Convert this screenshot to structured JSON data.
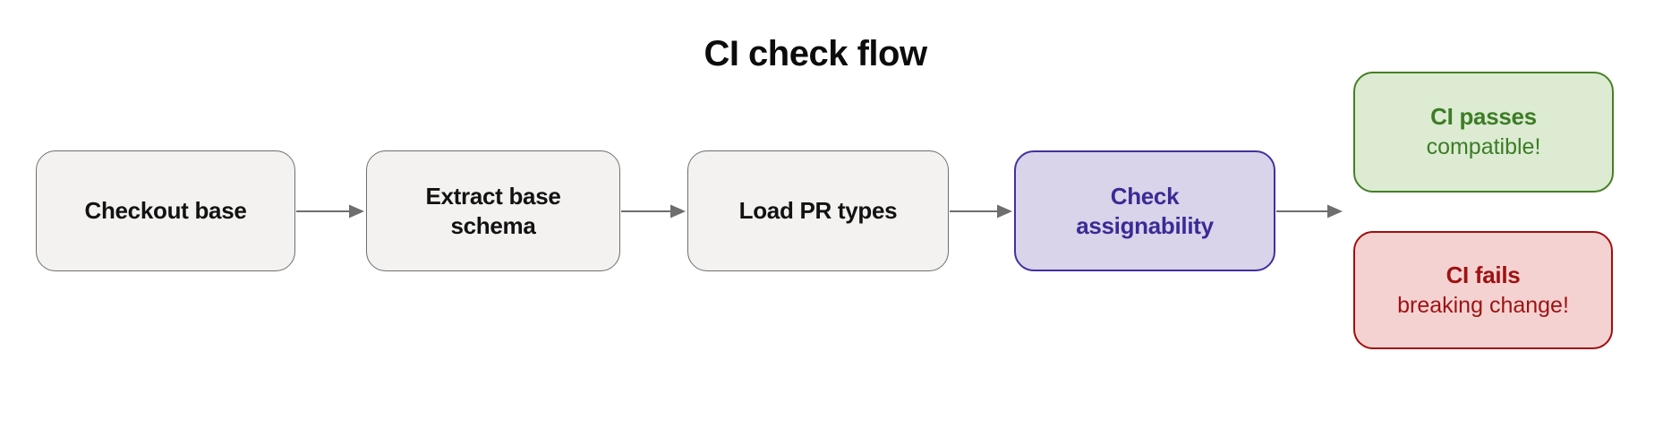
{
  "diagram": {
    "title": "CI check flow",
    "steps": [
      {
        "label": "Checkout base"
      },
      {
        "label": "Extract base\nschema"
      },
      {
        "label": "Load PR types"
      },
      {
        "label": "Check\nassignability",
        "emphasis": "accent"
      }
    ],
    "outcomes": [
      {
        "kind": "success",
        "title": "CI passes",
        "subtitle": "compatible!"
      },
      {
        "kind": "failure",
        "title": "CI fails",
        "subtitle": "breaking change!"
      }
    ],
    "edges": [
      {
        "from": "Checkout base",
        "to": "Extract base schema"
      },
      {
        "from": "Extract base schema",
        "to": "Load PR types"
      },
      {
        "from": "Load PR types",
        "to": "Check assignability"
      },
      {
        "from": "Check assignability",
        "to": "CI passes / CI fails"
      }
    ]
  },
  "colors": {
    "node_fill": "#f3f2f0",
    "node_border": "#6e6e6e",
    "node_text": "#121212",
    "accent_fill": "#d9d4e9",
    "accent_border": "#43309e",
    "accent_text": "#3b2a96",
    "success_fill": "#ddebd3",
    "success_border": "#457f24",
    "success_text": "#3c7d25",
    "fail_fill": "#f5d2d2",
    "fail_border": "#a30d0d",
    "fail_text": "#9e1212",
    "arrow": "#6e6e6e"
  }
}
